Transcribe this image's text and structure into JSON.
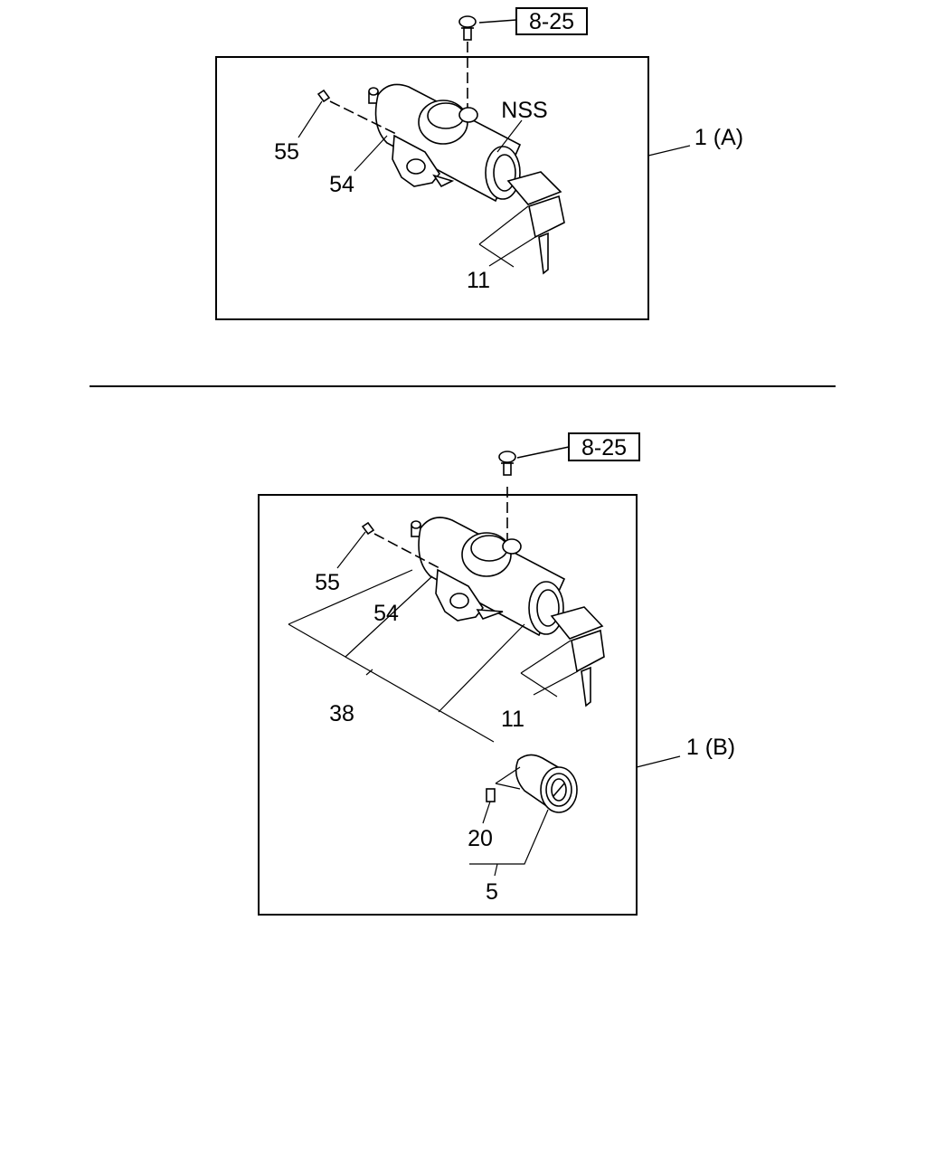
{
  "top_view": {
    "ref_label": "8-25",
    "assembly_label": "1 (A)",
    "callouts": {
      "nss": "NSS",
      "screw": "55",
      "body": "54",
      "key": "11"
    }
  },
  "bottom_view": {
    "ref_label": "8-25",
    "assembly_label": "1 (B)",
    "callouts": {
      "screw": "55",
      "body": "54",
      "group": "38",
      "key": "11",
      "cylinder_part": "20",
      "cylinder_set": "5"
    }
  }
}
